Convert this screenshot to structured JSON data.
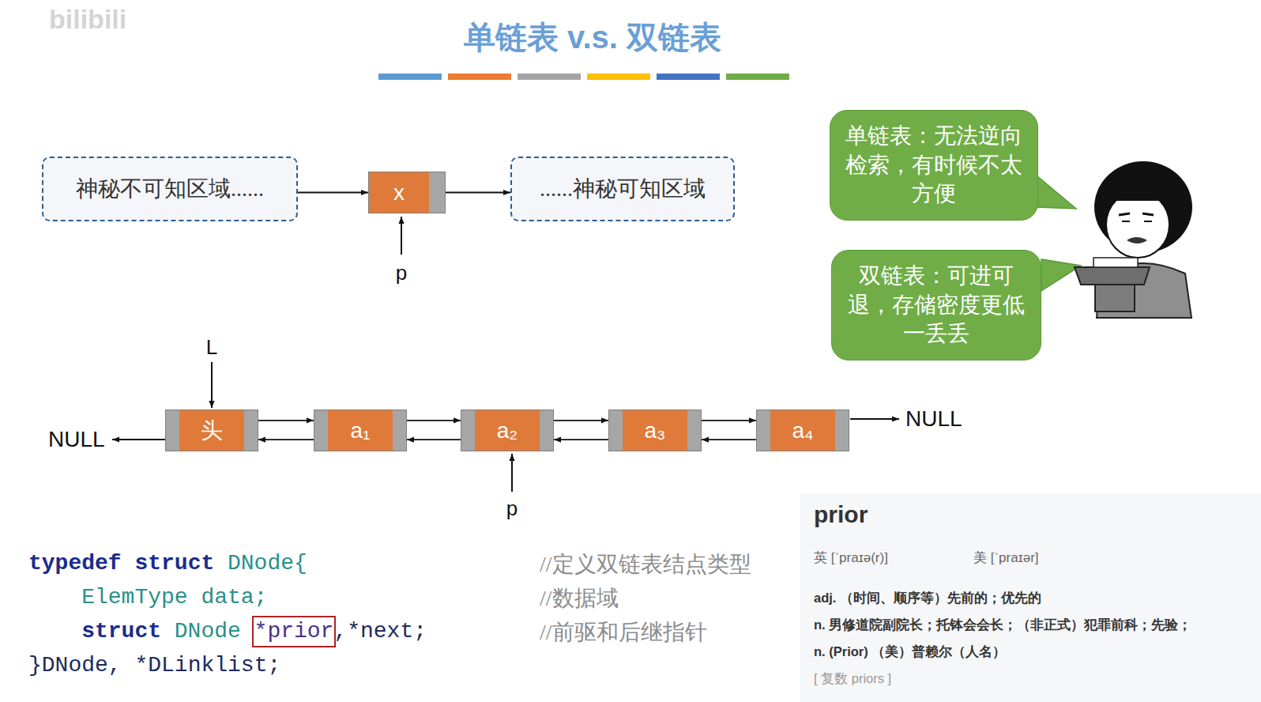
{
  "diagram": {
    "title": "单链表 v.s. 双链表",
    "nodes": [
      {
        "text": [
          "神秘不可知区域......"
        ]
      },
      {
        "text": [
          "x"
        ]
      },
      {
        "text": [
          "......神秘可知区域"
        ]
      },
      {
        "text": [
          "单链表：无法逆向检索，有时候不太方便"
        ]
      },
      {
        "text": [
          "双链表：可进可退，存储密度更低一丢丢"
        ]
      },
      {
        "text": [
          "头"
        ]
      },
      {
        "text": [
          "a₁"
        ]
      },
      {
        "text": [
          "a₂"
        ]
      },
      {
        "text": [
          "a₃"
        ]
      },
      {
        "text": [
          "a₄"
        ]
      },
      {
        "text": [
          "prior",
          "英 [ˈpraɪə(r)]",
          "美 [ˈpraɪər]",
          "adj. （时间、顺序等）先前的；优先的",
          "n. 男修道院副院长；托钵会会长；（非正式）犯罪前科；先验；",
          "n. (Prior) （美）普赖尔（人名）",
          "[ 复数 priors ]"
        ]
      }
    ],
    "edges": [
      {
        "from": 0,
        "to": 1,
        "arrow": "to"
      },
      {
        "from": 1,
        "to": 2,
        "arrow": "to"
      },
      {
        "from": 5,
        "to": 6,
        "arrow": "to"
      },
      {
        "from": 6,
        "to": 5,
        "arrow": "to"
      },
      {
        "from": 6,
        "to": 7,
        "arrow": "to"
      },
      {
        "from": 7,
        "to": 6,
        "arrow": "to"
      },
      {
        "from": 7,
        "to": 8,
        "arrow": "to"
      },
      {
        "from": 8,
        "to": 7,
        "arrow": "to"
      },
      {
        "from": 8,
        "to": 9,
        "arrow": "to"
      },
      {
        "from": 9,
        "to": 8,
        "arrow": "to"
      }
    ],
    "labels": [
      "bilibili",
      "p",
      "L",
      "NULL",
      "NULL",
      "p",
      "typedef struct",
      "DNode{",
      "ElemType data;",
      "struct",
      "DNode",
      "*prior",
      ",*next;",
      "}DNode, *DLinklist;",
      "//定义双链表结点类型",
      "//数据域",
      "//前驱和后继指针"
    ]
  }
}
